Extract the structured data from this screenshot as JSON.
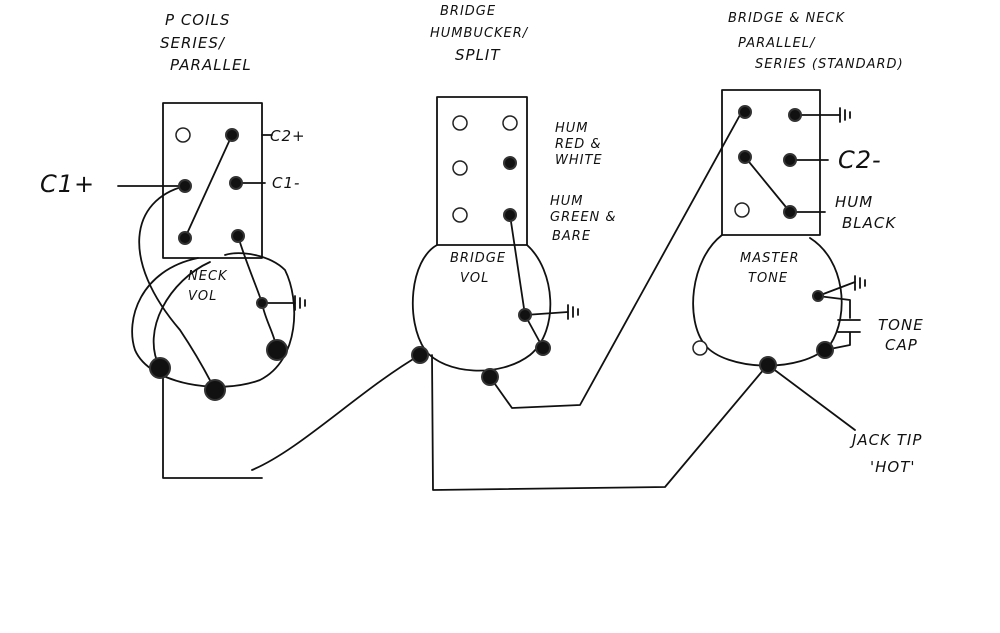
{
  "sections": [
    {
      "title_lines": [
        "P COILS",
        "SERIES/",
        "PARALLEL"
      ],
      "pot_label": [
        "NECK",
        "VOL"
      ],
      "labels": {
        "c2_plus": "C2+",
        "c1_minus": "C1-",
        "c1_plus": "C1+"
      }
    },
    {
      "title_lines": [
        "BRIDGE",
        "HUMBUCKER/",
        "SPLIT"
      ],
      "pot_label": [
        "BRIDGE",
        "VOL"
      ],
      "labels": {
        "red_white": [
          "HUM",
          "RED &",
          "WHITE"
        ],
        "green_bare": [
          "HUM",
          "GREEN &",
          "BARE"
        ]
      }
    },
    {
      "title_lines": [
        "BRIDGE & NECK",
        "PARALLEL/",
        "SERIES (STANDARD)"
      ],
      "pot_label": [
        "MASTER",
        "TONE"
      ],
      "labels": {
        "c2_minus": "C2-",
        "hum_black": [
          "HUM",
          "BLACK"
        ],
        "tone_cap": [
          "TONE",
          "CAP"
        ],
        "jack": [
          "JACK TIP",
          "'HOT'"
        ]
      }
    }
  ]
}
